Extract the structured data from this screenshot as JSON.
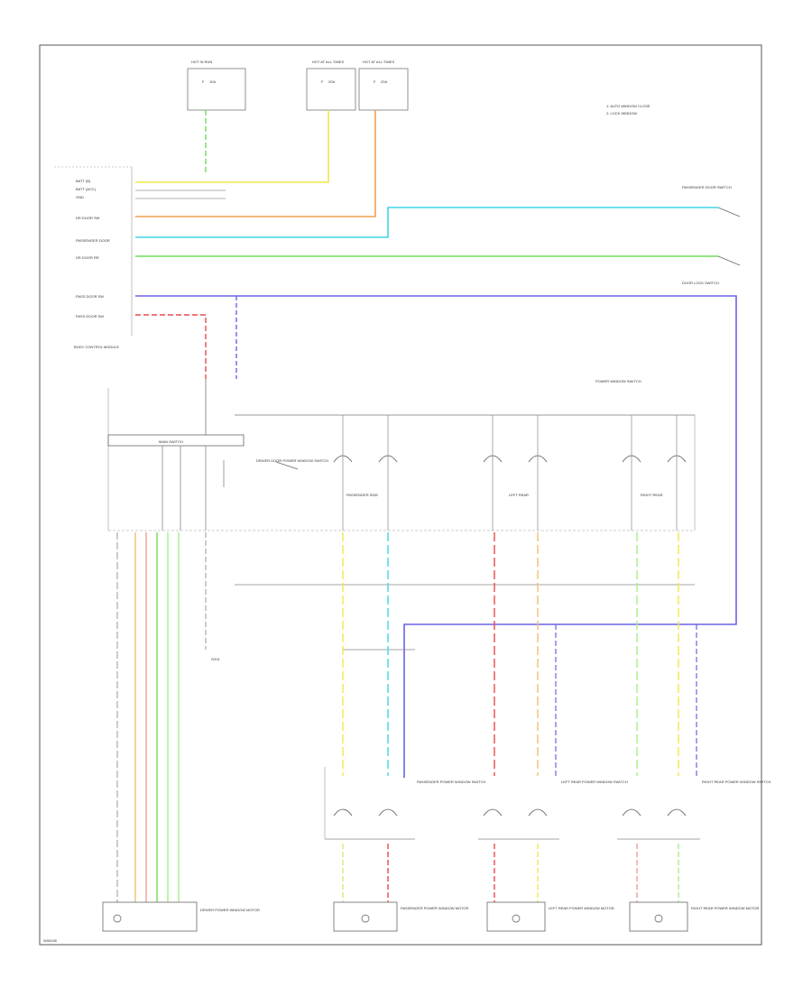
{
  "diagram": {
    "title": "POWER WINDOW CIRCUITS",
    "diagram_id": "W05195",
    "colors": {
      "frame": "#555555",
      "wire_generic": "#888888",
      "wire_yellow": "#f2e64a",
      "wire_orange": "#f0a050",
      "wire_cyan": "#3fd6e8",
      "wire_green": "#6fdd5a",
      "wire_blue": "#6a62e8",
      "wire_red": "#e84a4a",
      "wire_light_green": "#a8ef88"
    },
    "top_fuses": [
      {
        "header": "HOT IN RUN",
        "fuse": "F",
        "rating": "10A"
      },
      {
        "header": "HOT AT ALL TIMES",
        "fuse": "F",
        "rating": "20A"
      },
      {
        "header": "HOT AT ALL TIMES",
        "fuse": "F",
        "rating": "20A"
      }
    ],
    "legend": [
      "1: AUTO WINDOW CLOSE",
      "2: LOCK WINDOW"
    ],
    "left_signals": [
      "BATT (B)",
      "BATT (ACC)",
      "GND",
      "DR DOOR SW",
      "PASSENGER DOOR",
      "DR DOOR RR",
      "PASS DOOR SW",
      "PASS DOOR SW"
    ],
    "left_module_label": "BODY CONTROL MODULE",
    "main_switch": {
      "label": "MAIN SWITCH",
      "title": "DRIVER DOOR POWER WINDOW SWITCH"
    },
    "switch_block_title": "POWER WINDOW SWITCH",
    "door_switches": [
      {
        "label": "PASSENGER SIDE"
      },
      {
        "label": "LEFT REAR"
      },
      {
        "label": "RIGHT REAR"
      }
    ],
    "lower_switches": [
      {
        "label": "PASSENGER POWER WINDOW SWITCH"
      },
      {
        "label": "LEFT REAR POWER WINDOW SWITCH"
      },
      {
        "label": "RIGHT REAR POWER WINDOW SWITCH"
      }
    ],
    "motors": [
      {
        "label": "DRIVER POWER WINDOW MOTOR"
      },
      {
        "label": "PASSENGER POWER WINDOW MOTOR"
      },
      {
        "label": "LEFT REAR POWER WINDOW MOTOR"
      },
      {
        "label": "RIGHT REAR POWER WINDOW MOTOR"
      }
    ],
    "right_labels": [
      "PASSENGER DOOR SWITCH",
      "DOOR LOCK SWITCH"
    ],
    "ground_label": "G201"
  }
}
